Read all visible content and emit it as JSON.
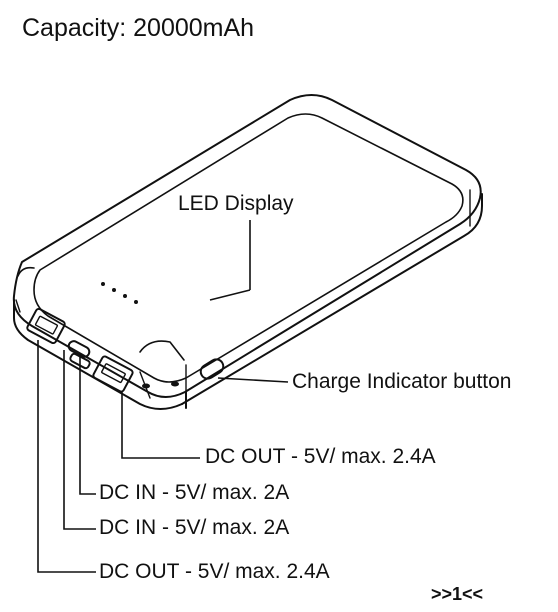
{
  "title": "Capacity: 20000mAh",
  "labels": {
    "led_display": "LED Display",
    "charge_indicator_button": "Charge Indicator button",
    "port_usb_right": "DC OUT - 5V/ max. 2.4A",
    "port_usbc": "DC IN - 5V/ max. 2A",
    "port_micro": "DC IN - 5V/ max. 2A",
    "port_usb_left": "DC OUT - 5V/ max. 2.4A"
  },
  "page_number": ">>1<<"
}
